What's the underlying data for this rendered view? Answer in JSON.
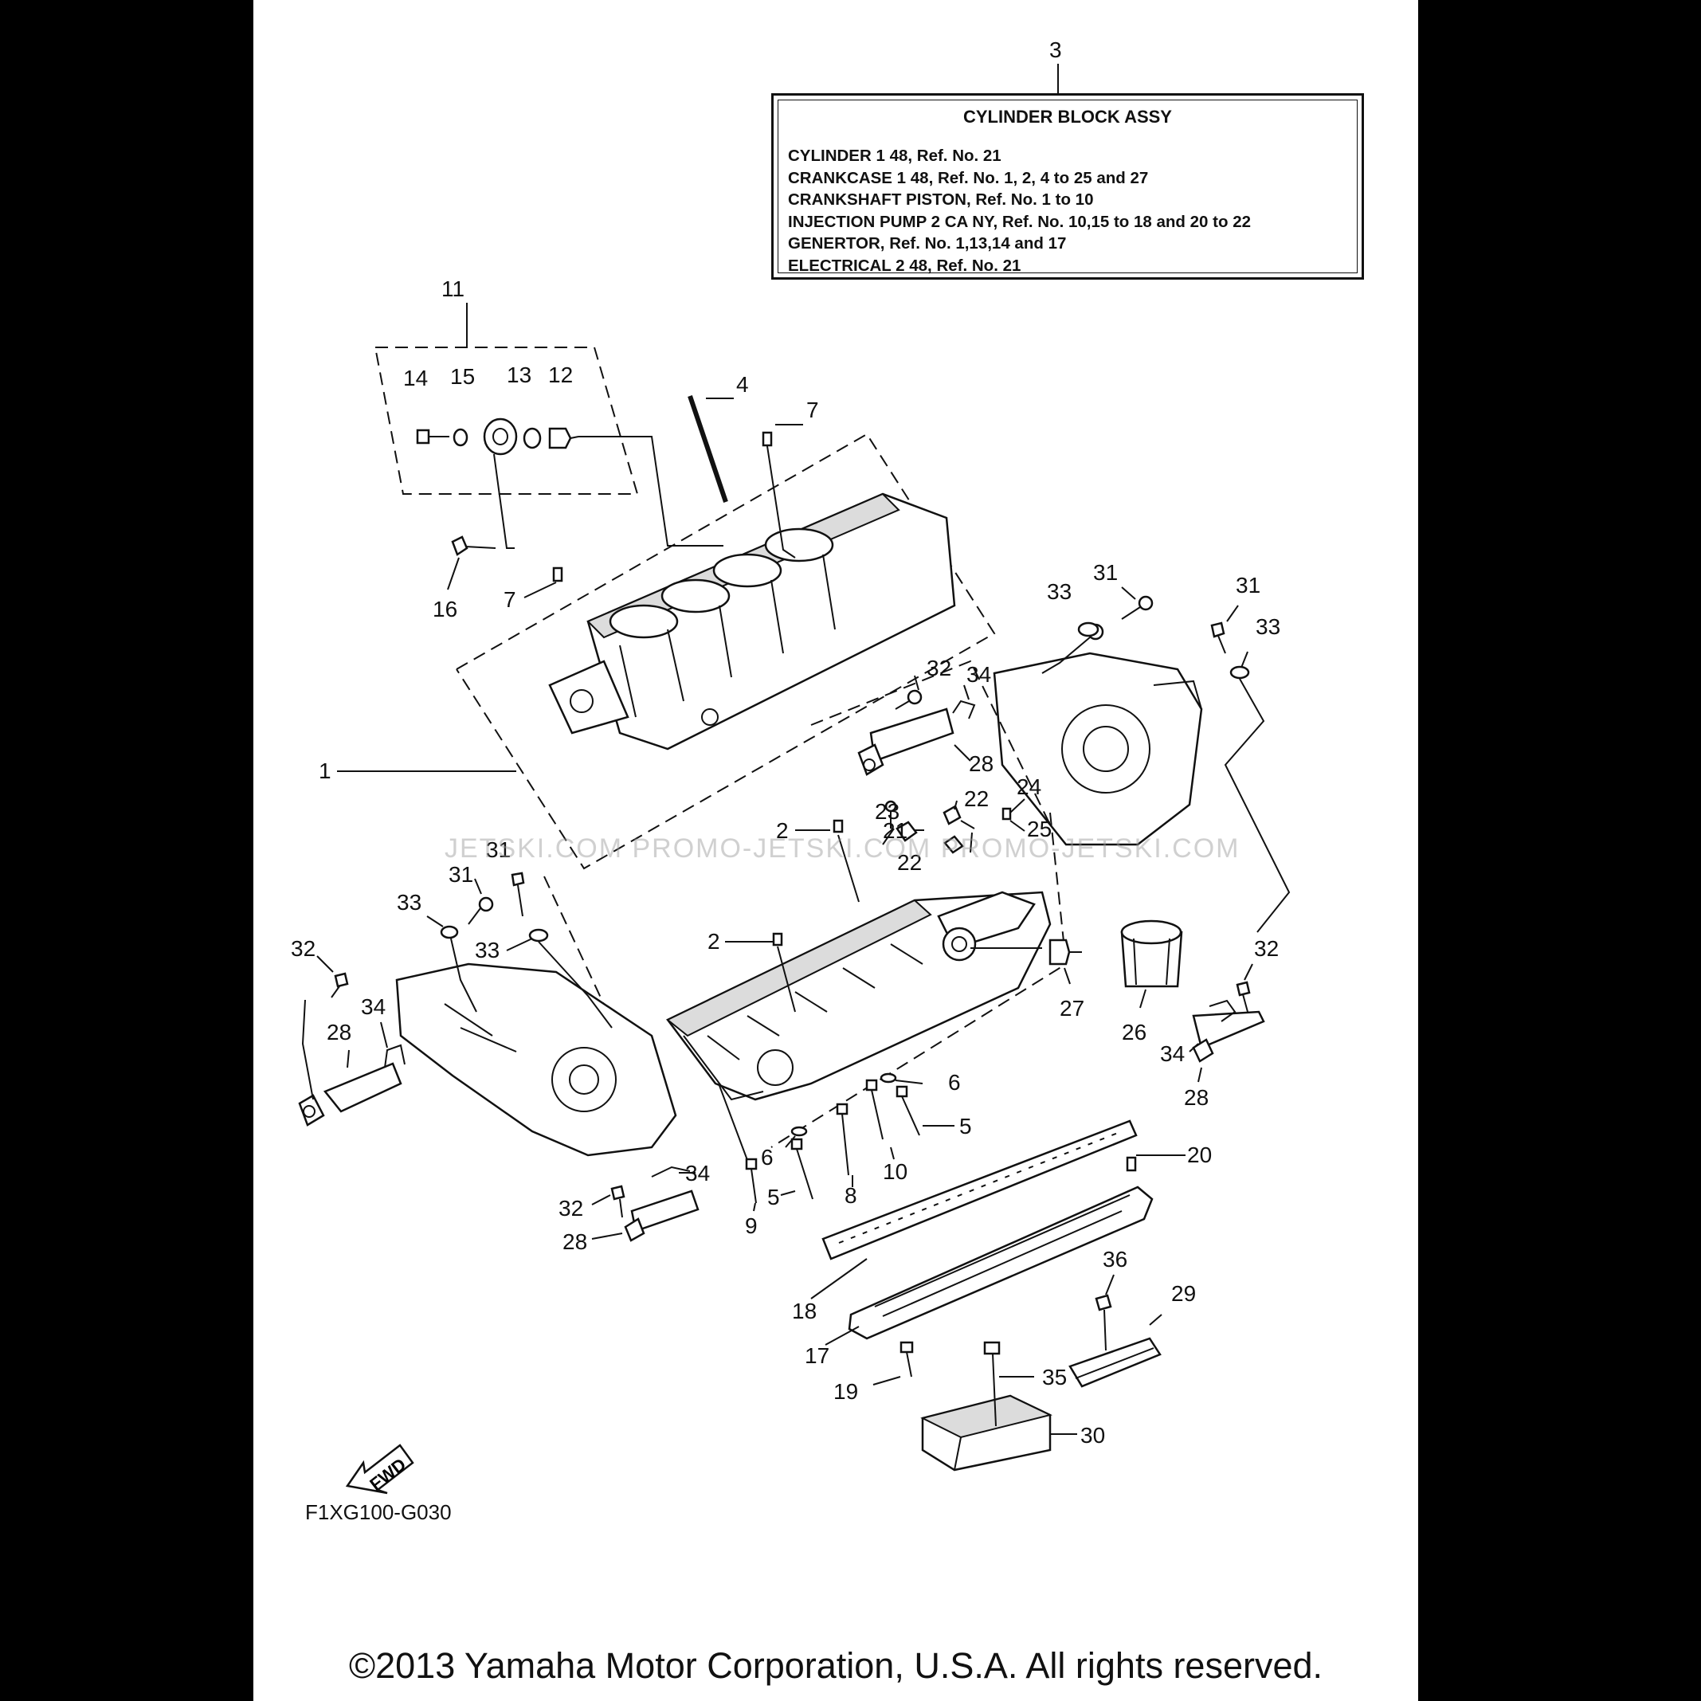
{
  "assembly": {
    "ref_no": "3",
    "title": "CYLINDER BLOCK ASSY",
    "lines": [
      "CYLINDER 1 48,  Ref. No. 21",
      "CRANKCASE 1 48,  Ref. No. 1, 2, 4 to 25 and 27",
      "CRANKSHAFT PISTON,  Ref. No. 1 to 10",
      "INJECTION PUMP 2 CA NY,  Ref. No. 10,15 to 18  and 20 to 22",
      "GENERTOR,  Ref. No. 1,13,14 and 17",
      "ELECTRICAL 2 48,  Ref. No. 21"
    ]
  },
  "callouts": {
    "c1": "1",
    "c2a": "2",
    "c2b": "2",
    "c4": "4",
    "c5a": "5",
    "c5b": "5",
    "c6a": "6",
    "c6b": "6",
    "c7a": "7",
    "c7b": "7",
    "c8": "8",
    "c9": "9",
    "c10": "10",
    "c11": "11",
    "c12": "12",
    "c13": "13",
    "c14": "14",
    "c15": "15",
    "c16": "16",
    "c17": "17",
    "c18": "18",
    "c19": "19",
    "c20": "20",
    "c21": "21",
    "c22a": "22",
    "c22b": "22",
    "c23": "23",
    "c24": "24",
    "c25": "25",
    "c26": "26",
    "c27": "27",
    "c28a": "28",
    "c28b": "28",
    "c28c": "28",
    "c28d": "28",
    "c29": "29",
    "c30": "30",
    "c31a": "31",
    "c31b": "31",
    "c31c": "31",
    "c31d": "31",
    "c32a": "32",
    "c32b": "32",
    "c32c": "32",
    "c32d": "32",
    "c33a": "33",
    "c33b": "33",
    "c33c": "33",
    "c33d": "33",
    "c34a": "34",
    "c34b": "34",
    "c34c": "34",
    "c34d": "34",
    "c35": "35",
    "c36": "36"
  },
  "fwd_label": "FWD",
  "drawing_code": "F1XG100-G030",
  "watermark": "JETSKI.COM    PROMO-JETSKI.COM    PROMO-JETSKI.COM",
  "copyright": "©2013 Yamaha Motor Corporation, U.S.A. All rights reserved."
}
